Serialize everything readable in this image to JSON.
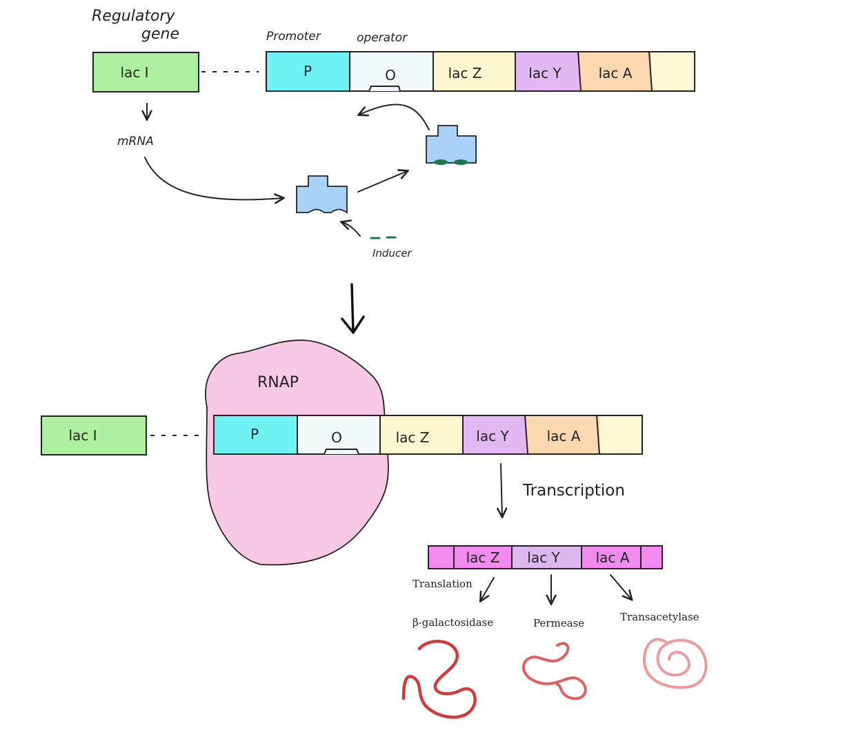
{
  "colors": {
    "laci": "#aef0a0",
    "promoter": "#6ef2f5",
    "operator": "#f2f9fc",
    "lacz": "#fdf7cf",
    "lacy": "#e2b8f4",
    "laca": "#fbd8b0",
    "tail": "#fdf8d4",
    "repressor": "#a8d2f8",
    "inducer": "#1e7a4c",
    "rnap": "#f9c8e4",
    "mrna_end": "#f38af0",
    "mrna_mid": "#dcb8ee",
    "protein_1": "#d13b3b",
    "protein_2": "#e06060",
    "protein_3": "#ec9a9a"
  },
  "top": {
    "regulatory_gene_label_line1": "Regulatory",
    "regulatory_gene_label_line2": "gene",
    "promoter_label": "Promoter",
    "operator_label": "operator",
    "laci": "lac I",
    "promoter": "P",
    "operator": "O",
    "lacz": "lac Z",
    "lacy": "lac Y",
    "laca": "lac A",
    "mrna_label": "mRNA",
    "inducer_label": "Inducer"
  },
  "bottom": {
    "rnap_label": "RNAP",
    "laci": "lac I",
    "promoter": "P",
    "operator": "O",
    "lacz": "lac Z",
    "lacy": "lac Y",
    "laca": "lac A",
    "transcription_label": "Transcription",
    "translation_label": "Translation",
    "mrna_lacz": "lac Z",
    "mrna_lacy": "lac Y",
    "mrna_laca": "lac A",
    "protein_1": "β-galactosidase",
    "protein_2": "Permease",
    "protein_3": "Transacetylase"
  }
}
